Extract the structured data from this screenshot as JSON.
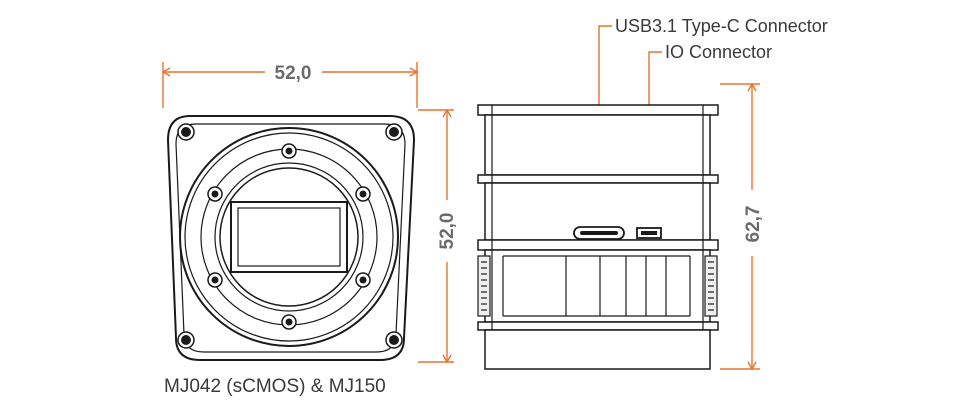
{
  "diagram": {
    "caption": "MJ042 (sCMOS) & MJ150",
    "front_view": {
      "width_label": "52,0",
      "height_label": "52,0"
    },
    "side_view": {
      "height_label": "62,7",
      "callouts": [
        {
          "text": "USB3.1 Type-C Connector"
        },
        {
          "text": "IO Connector"
        }
      ]
    },
    "colors": {
      "dimension": "#e8732f",
      "outline": "#1a1a1a",
      "gray_text": "#6b6b6b"
    }
  }
}
